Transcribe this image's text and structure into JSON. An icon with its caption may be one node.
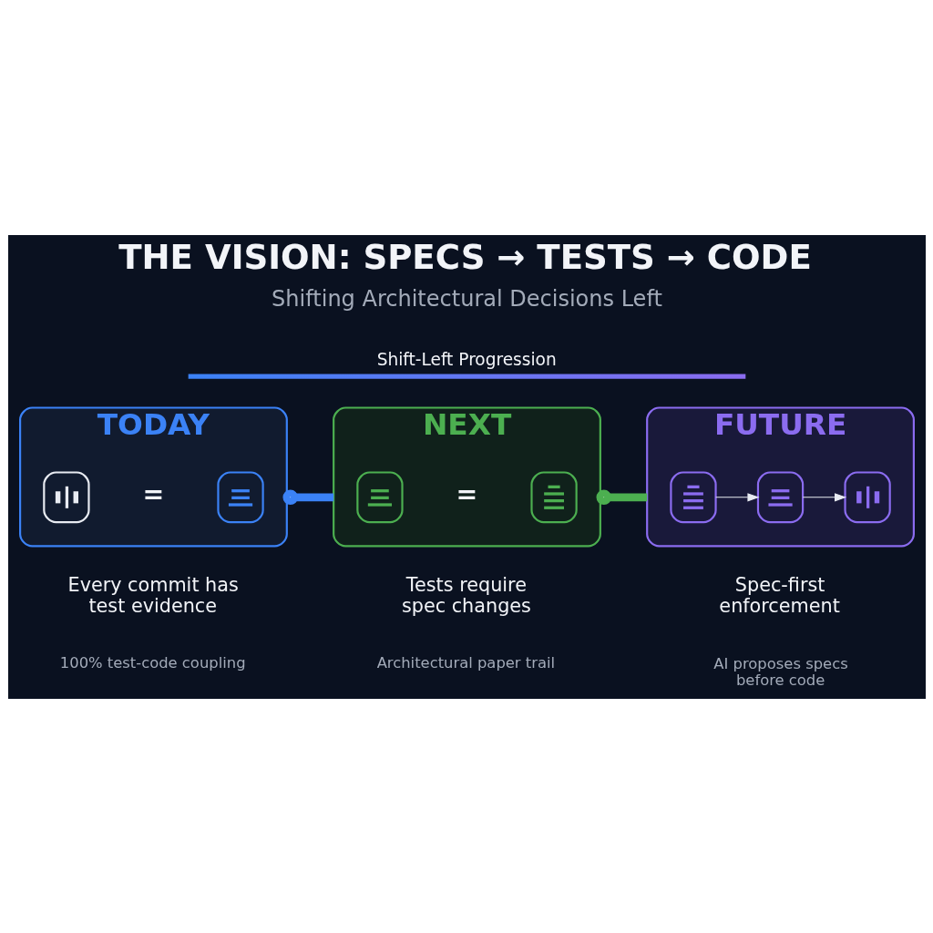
{
  "diagram": {
    "title": "THE VISION: SPECS → TESTS → CODE",
    "nodes": [
      {
        "text": [
          "TODAY"
        ],
        "beside": [
          "Every commit has test evidence",
          "100% test-code coupling"
        ]
      },
      {
        "text": [],
        "shape": "picture",
        "in": 0
      },
      {
        "text": [],
        "shape": "picture",
        "in": 0
      },
      {
        "text": [
          "NEXT"
        ],
        "beside": [
          "Tests require spec changes",
          "Architectural paper trail"
        ]
      },
      {
        "text": [],
        "shape": "picture",
        "in": 3
      },
      {
        "text": [],
        "shape": "picture",
        "in": 3
      },
      {
        "text": [
          "FUTURE"
        ],
        "beside": [
          "Spec-first enforcement",
          "AI proposes specs before code"
        ]
      },
      {
        "text": [],
        "shape": "picture",
        "in": 6
      },
      {
        "text": [],
        "shape": "picture",
        "in": 6
      },
      {
        "text": [],
        "shape": "picture",
        "in": 6
      }
    ],
    "edges": [
      {
        "from": 0,
        "to": 3,
        "arrow": "other",
        "style": "thick",
        "color": "#3b82f6"
      },
      {
        "from": 3,
        "to": 6,
        "arrow": "other",
        "style": "thick",
        "color": "#4caf50"
      },
      {
        "from": 7,
        "to": 8,
        "arrow": "to"
      },
      {
        "from": 8,
        "to": 9,
        "arrow": "to"
      }
    ],
    "labels": [
      "Shifting Architectural Decisions Left",
      "Shift-Left Progression",
      "=",
      "="
    ]
  }
}
